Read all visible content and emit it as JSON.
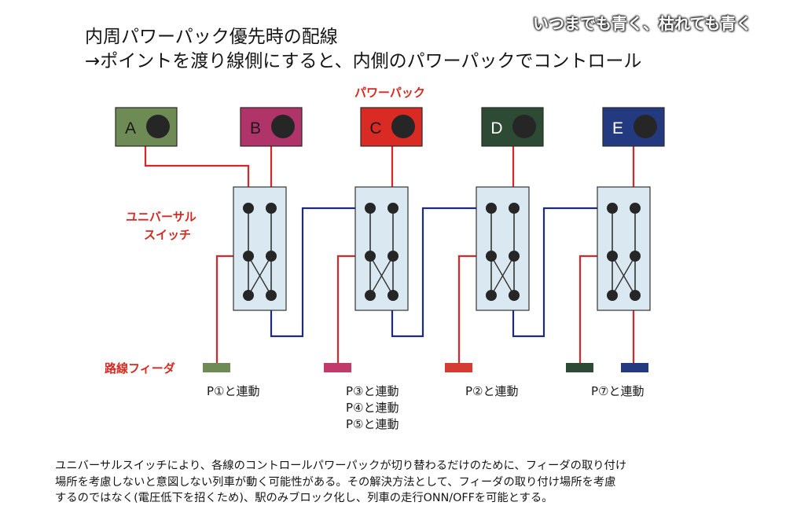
{
  "watermark": "いつまでも青く、枯れても青く",
  "title": {
    "line1": "内周パワーパック優先時の配線",
    "line2": "→ポイントを渡り線側にすると、内側のパワーパックでコントロール"
  },
  "labels": {
    "power_pack": "パワーパック",
    "universal_switch_line1": "ユニバーサル",
    "universal_switch_line2": "スイッチ",
    "track_feeder": "路線フィーダ"
  },
  "power_packs": [
    {
      "id": "A",
      "color": "#6e8a55",
      "letter_color": "#1a1a1a"
    },
    {
      "id": "B",
      "color": "#b0336a",
      "letter_color": "#1a1a1a"
    },
    {
      "id": "C",
      "color": "#d92a24",
      "letter_color": "#1a1a1a"
    },
    {
      "id": "D",
      "color": "#2d4a34",
      "letter_color": "#ffffff"
    },
    {
      "id": "E",
      "color": "#243a80",
      "letter_color": "#ffffff"
    }
  ],
  "feeders": [
    {
      "color": "#6e8a55"
    },
    {
      "color": "#c03a6a"
    },
    {
      "color": "#d63b33"
    },
    {
      "color": "#2d4a34"
    },
    {
      "color": "#243a80"
    }
  ],
  "linkage_notes": [
    {
      "lines": [
        "P①と連動"
      ]
    },
    {
      "lines": [
        "P③と連動",
        "P④と連動",
        "P⑤と連動"
      ]
    },
    {
      "lines": [
        "P②と連動"
      ]
    },
    {
      "lines": [
        "P⑦と連動"
      ]
    }
  ],
  "wire_colors": {
    "red": "#d8262a",
    "blue": "#1e2b78",
    "internal": "#333333"
  },
  "switch_fill": "#d9e8f1",
  "note": {
    "line1": "ユニバーサルスイッチにより、各線のコントロールパワーパックが切り替わるだけのために、フィーダの取り付け",
    "line2": "場所を考慮しないと意図しない列車が動く可能性がある。その解決方法として、フィーダの取り付け場所を考慮",
    "line3": "するのではなく(電圧低下を招くため)、駅のみブロック化し、列車の走行ONN/OFFを可能とする。"
  }
}
